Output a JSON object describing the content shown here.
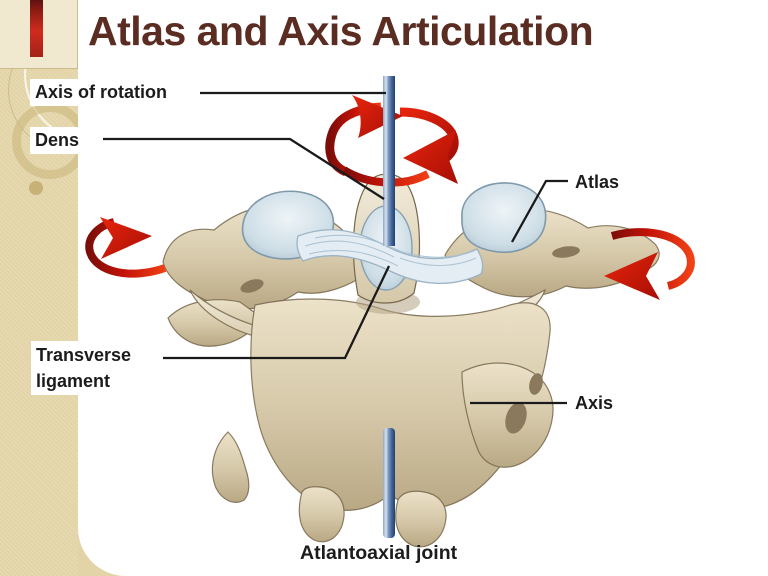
{
  "slide": {
    "title": "Atlas and Axis Articulation"
  },
  "labels": {
    "axis_of_rotation": "Axis of rotation",
    "dens": "Dens",
    "atlas": "Atlas",
    "transverse_ligament": "Transverse ligament",
    "axis": "Axis",
    "atlantoaxial_joint": "Atlantoaxial joint"
  },
  "icons": {
    "rotation_arrow_top": "circular-rotation-arrow",
    "rotation_arrow_left": "curved-rotation-arrow",
    "rotation_arrow_right": "curved-rotation-arrow"
  },
  "colors": {
    "title_text": "#5b2c21",
    "label_text": "#1c1c1c",
    "arrow_red": "#d41b0e",
    "rod_blue": "#5a7cab",
    "bone": "#d9cdb2",
    "cartilage": "#c6d8e2",
    "ligament": "#e4edf3",
    "sidebar_beige": "#e3d4a7",
    "accent_bar_red": "#b03026",
    "panel_white": "#ffffff"
  }
}
